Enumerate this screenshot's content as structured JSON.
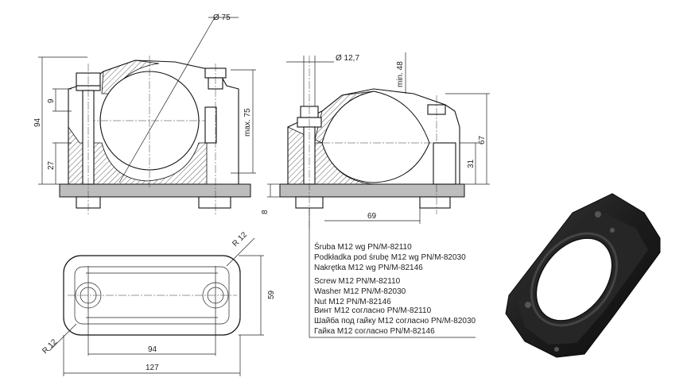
{
  "dimensions": {
    "dia_pipe": "Ø 75",
    "dia_bolt": "Ø 12,7",
    "min_48": "min. 48",
    "max_75": "max. 75",
    "h_94": "94",
    "h_9": "9",
    "h_27": "27",
    "h_8": "8",
    "h_67": "67",
    "h_31": "31",
    "w_69": "69",
    "radius_top": "R 12",
    "radius_bottom": "R 12",
    "w_94": "94",
    "w_127": "127",
    "h_59": "59"
  },
  "notes": {
    "pl": [
      "Śruba M12 wg PN/M-82110",
      "Podkładka pod śrubę M12 wg PN/M-82030",
      "Nakrętka M12 wg PN/M-82146"
    ],
    "en": [
      "Screw M12  PN/M-82110",
      "Washer M12 PN/M-82030",
      "Nut M12 PN/M-82146"
    ],
    "ru": [
      "Винт M12 согласно PN/M-82110",
      "Шайба под гайку M12 согласно PN/M-82030",
      "Гайка M12 согласно PN/M-82146"
    ]
  },
  "colors": {
    "line": "#111111",
    "plate": "#bdbdbd",
    "render_body": "#1f1f1f"
  }
}
